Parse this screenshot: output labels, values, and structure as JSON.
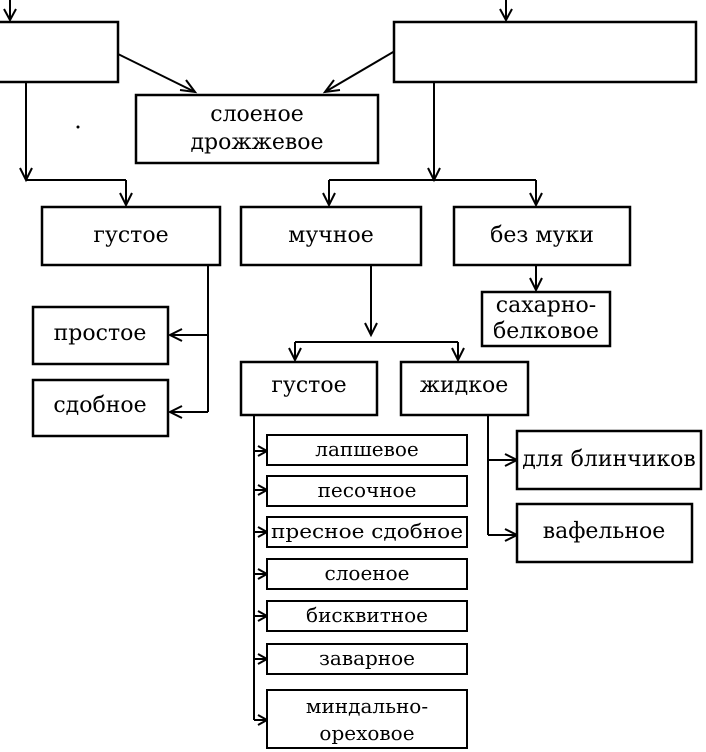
{
  "diagram": {
    "boxes": {
      "top_left": "",
      "top_right": "",
      "sloenoe_drozhzhevoe": [
        "слоеное",
        "дрожжевое"
      ],
      "gustoe_left": "густое",
      "muchnoe": "мучное",
      "bez_muki": "без муки",
      "saharno_belkovoe": [
        "сахарно-",
        "белковое"
      ],
      "prostoe": "простое",
      "sdobnoe": "сдобное",
      "gustoe_mid": "густое",
      "zhidkoe": "жидкое",
      "dlya_blinchikov": "для блинчиков",
      "vafelnoe": "вафельное",
      "lapshevoe": "лапшевое",
      "pesochnoe": "песочное",
      "presnoe_sdobnoe": "пресное сдобное",
      "sloenoe": "слоеное",
      "biskvitnoe": "бисквитное",
      "zavarnoe": "заварное",
      "mindalno_orehovoe": [
        "миндально-",
        "ореховое"
      ]
    }
  }
}
